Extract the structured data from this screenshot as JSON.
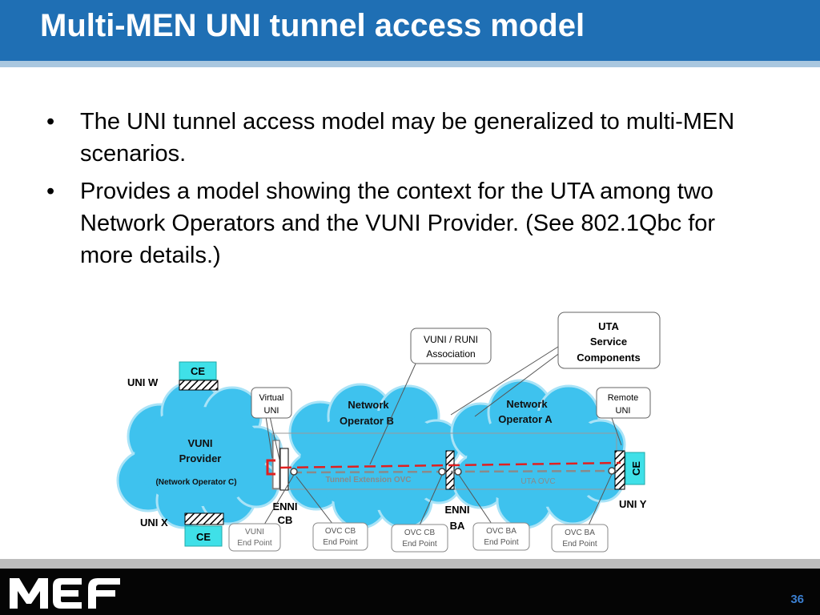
{
  "slide": {
    "title": "Multi-MEN UNI tunnel access model",
    "bullets": [
      "The UNI tunnel access model may be generalized to multi-MEN scenarios.",
      "Provides a model showing the context for the UTA among two Network Operators and the VUNI Provider. (See 802.1Qbc for more details.)"
    ],
    "bullet_glyph": "•",
    "page_number": "36",
    "logo_text": "MEF"
  },
  "diagram": {
    "clouds": {
      "vuni_title_1": "VUNI",
      "vuni_title_2": "Provider",
      "vuni_sub": "(Network Operator C)",
      "op_b_1": "Network",
      "op_b_2": "Operator B",
      "op_a_1": "Network",
      "op_a_2": "Operator A"
    },
    "ce_top": "CE",
    "ce_bottom": "CE",
    "ce_right": "CE",
    "uni_w": "UNI W",
    "uni_x": "UNI X",
    "uni_y": "UNI Y",
    "enni_cb_1": "ENNI",
    "enni_cb_2": "CB",
    "enni_ba_1": "ENNI",
    "enni_ba_2": "BA",
    "tunnel_ovc": "Tunnel Extension OVC",
    "uta_ovc": "UTA OVC",
    "callouts": {
      "uta_1": "UTA",
      "uta_2": "Service",
      "uta_3": "Components",
      "vuni_runi_1": "VUNI / RUNI",
      "vuni_runi_2": "Association",
      "virtual_uni_1": "Virtual",
      "virtual_uni_2": "UNI",
      "remote_uni_1": "Remote",
      "remote_uni_2": "UNI",
      "vuni_ep_1": "VUNI",
      "vuni_ep_2": "End Point",
      "ovc_cb_1_1": "OVC CB",
      "ovc_cb_1_2": "End Point",
      "ovc_cb_2_1": "OVC CB",
      "ovc_cb_2_2": "End Point",
      "ovc_ba_1_1": "OVC BA",
      "ovc_ba_1_2": "End Point",
      "ovc_ba_2_1": "OVC BA",
      "ovc_ba_2_2": "End Point"
    },
    "colors": {
      "cloud_fill": "#3ec2ee",
      "cloud_edge": "#a9e3f7",
      "ce_fill": "#3fe0e8",
      "title_bar": "#1f6fb4",
      "dashed_red": "#e02020",
      "dashed_gray": "#8a8a8a"
    }
  }
}
